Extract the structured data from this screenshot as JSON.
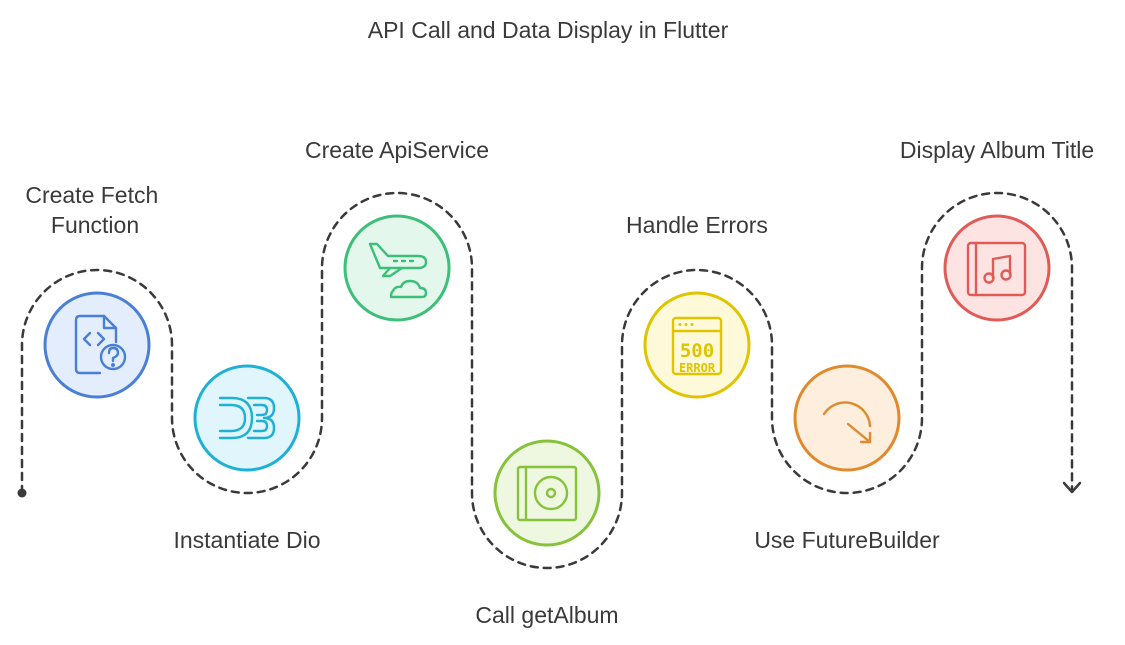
{
  "title": "API Call and Data Display in Flutter",
  "steps": [
    {
      "label_lines": [
        "Create Fetch",
        "Function"
      ],
      "icon": "code-file-question-icon",
      "color": "#4a7fd6",
      "fill": "#e3edfb"
    },
    {
      "label_lines": [
        "Instantiate Dio"
      ],
      "icon": "d3-logo-icon",
      "color": "#1fb0d6",
      "fill": "#e0f6fc"
    },
    {
      "label_lines": [
        "Create ApiService"
      ],
      "icon": "airplane-cloud-icon",
      "color": "#3cbf78",
      "fill": "#e4f7ec"
    },
    {
      "label_lines": [
        "Call getAlbum"
      ],
      "icon": "album-disc-icon",
      "color": "#86c23a",
      "fill": "#eef8e1"
    },
    {
      "label_lines": [
        "Handle Errors"
      ],
      "icon": "error-500-icon",
      "color": "#e0c400",
      "fill": "#fdf9d9"
    },
    {
      "label_lines": [
        "Use FutureBuilder"
      ],
      "icon": "refresh-arrow-icon",
      "color": "#e08a2c",
      "fill": "#fdeedd"
    },
    {
      "label_lines": [
        "Display Album Title"
      ],
      "icon": "music-album-icon",
      "color": "#e05a58",
      "fill": "#fde4e3"
    }
  ],
  "error_icon_text": {
    "code": "500",
    "word": "ERROR"
  }
}
